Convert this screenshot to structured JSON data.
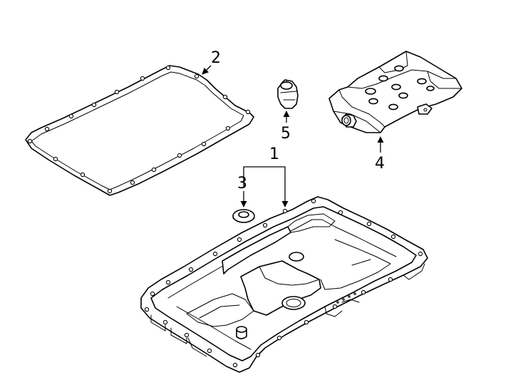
{
  "diagram": {
    "callouts": [
      {
        "id": "1",
        "label": "1"
      },
      {
        "id": "2",
        "label": "2"
      },
      {
        "id": "3",
        "label": "3"
      },
      {
        "id": "4",
        "label": "4"
      },
      {
        "id": "5",
        "label": "5"
      }
    ],
    "parts": [
      "oil-pan",
      "pan-gasket",
      "drain-plug-seal",
      "transmission-filter",
      "filter-seal"
    ]
  }
}
